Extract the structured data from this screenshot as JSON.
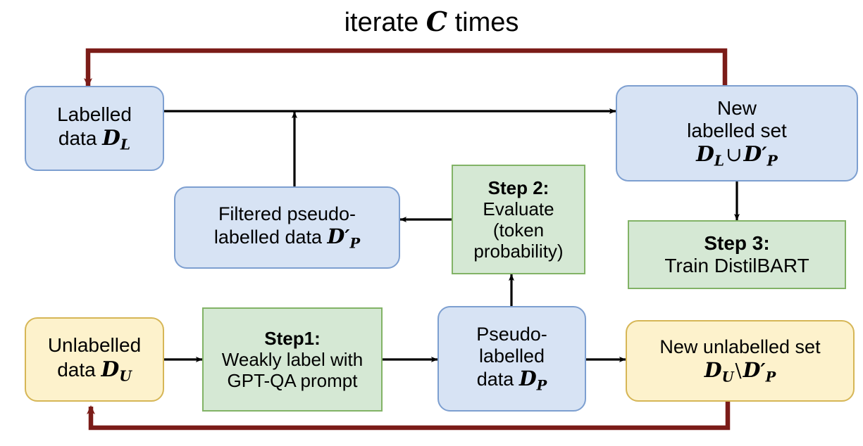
{
  "diagram": {
    "title": "iterate C times",
    "title_plain": "iterate",
    "title_var": "C",
    "title_tail": "times",
    "colors": {
      "blue_fill": "#d7e3f4",
      "blue_stroke": "#7d9fd0",
      "green_fill": "#d5e8d4",
      "green_stroke": "#82b366",
      "yellow_fill": "#fdf2cc",
      "yellow_stroke": "#d6b656",
      "loop_arrow": "#7b1c18",
      "arrow": "#000000",
      "text": "#000000",
      "background": "#ffffff"
    },
    "nodes": {
      "labelled_data": {
        "line1": "Labelled",
        "line2_prefix": "data",
        "symbol": "D",
        "symbol_sub": "L",
        "full_text": "Labelled data D_L",
        "style": "blue"
      },
      "new_labelled_set": {
        "line1": "New",
        "line2": "labelled set",
        "symbol_a": "D",
        "symbol_a_sub": "L",
        "operator": "∪",
        "symbol_b": "D",
        "symbol_b_prime": "′",
        "symbol_b_sub": "P",
        "full_text": "New labelled set D_L ∪ D'_P",
        "style": "blue"
      },
      "filtered_pseudo": {
        "line1": "Filtered pseudo-",
        "line2_prefix": "labelled data",
        "symbol": "D",
        "symbol_prime": "′",
        "symbol_sub": "P",
        "full_text": "Filtered pseudo-labelled data D'_P",
        "style": "blue"
      },
      "step2": {
        "heading": "Step 2:",
        "line1": "Evaluate",
        "line2": "(token",
        "line3": "probability)",
        "full_text": "Step 2: Evaluate (token probability)",
        "style": "green"
      },
      "step3": {
        "heading": "Step 3:",
        "line1": "Train DistilBART",
        "full_text": "Step 3: Train DistilBART",
        "style": "green"
      },
      "unlabelled_data": {
        "line1": "Unlabelled",
        "line2_prefix": "data",
        "symbol": "D",
        "symbol_sub": "U",
        "full_text": "Unlabelled data D_U",
        "style": "yellow"
      },
      "step1": {
        "heading": "Step1:",
        "line1": "Weakly label with",
        "line2": "GPT-QA prompt",
        "full_text": "Step1: Weakly label with GPT-QA prompt",
        "style": "green"
      },
      "pseudo_labelled": {
        "line1": "Pseudo-",
        "line2": "labelled",
        "line3_prefix": "data",
        "symbol": "D",
        "symbol_sub": "P",
        "full_text": "Pseudo-labelled data D_P",
        "style": "blue"
      },
      "new_unlabelled_set": {
        "line1": "New unlabelled set",
        "symbol_a": "D",
        "symbol_a_sub": "U",
        "operator": "\\",
        "symbol_b": "D",
        "symbol_b_prime": "′",
        "symbol_b_sub": "P",
        "full_text": "New unlabelled set D_U \\ D'_P",
        "style": "yellow"
      }
    },
    "edges": [
      {
        "name": "labelled-to-new-labelled",
        "from": "labelled_data",
        "to": "new_labelled_set",
        "color": "#000000"
      },
      {
        "name": "filtered-to-trunk",
        "from": "filtered_pseudo",
        "to": "labelled-to-new-labelled-trunk",
        "color": "#000000"
      },
      {
        "name": "step2-to-filtered",
        "from": "step2",
        "to": "filtered_pseudo",
        "color": "#000000"
      },
      {
        "name": "new-labelled-to-step3",
        "from": "new_labelled_set",
        "to": "step3",
        "color": "#000000"
      },
      {
        "name": "unlabelled-to-step1",
        "from": "unlabelled_data",
        "to": "step1",
        "color": "#000000"
      },
      {
        "name": "step1-to-pseudo",
        "from": "step1",
        "to": "pseudo_labelled",
        "color": "#000000"
      },
      {
        "name": "pseudo-to-new-unlabelled",
        "from": "pseudo_labelled",
        "to": "new_unlabelled_set",
        "color": "#000000"
      },
      {
        "name": "pseudo-to-step2",
        "from": "pseudo_labelled",
        "to": "step2",
        "color": "#000000"
      },
      {
        "name": "top-iteration-loop",
        "from": "new_labelled_set",
        "to": "labelled_data",
        "color": "#7b1c18"
      },
      {
        "name": "bottom-iteration-loop",
        "from": "new_unlabelled_set",
        "to": "unlabelled_data",
        "color": "#7b1c18"
      }
    ]
  }
}
